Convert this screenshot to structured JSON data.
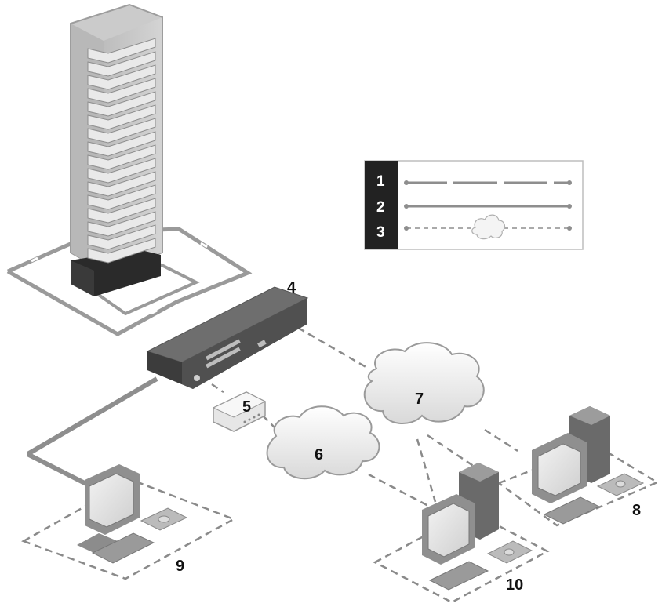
{
  "callouts": {
    "switch": "4",
    "modem": "5",
    "network_6": "6",
    "network_7": "7",
    "workstation_8": "8",
    "local_console_9": "9",
    "workstation_10": "10"
  },
  "legend": {
    "items": [
      {
        "number": "1",
        "line_style": "dash-dot"
      },
      {
        "number": "2",
        "line_style": "solid"
      },
      {
        "number": "3",
        "line_style": "dashed-with-cloud"
      }
    ]
  },
  "colors": {
    "solid_cable": "#8e8e8e",
    "dashed_connection": "#8a8a8a",
    "rack_frame": "#9d9d9d",
    "switch_body": "#5a5a5a",
    "legend_header": "#222222"
  }
}
